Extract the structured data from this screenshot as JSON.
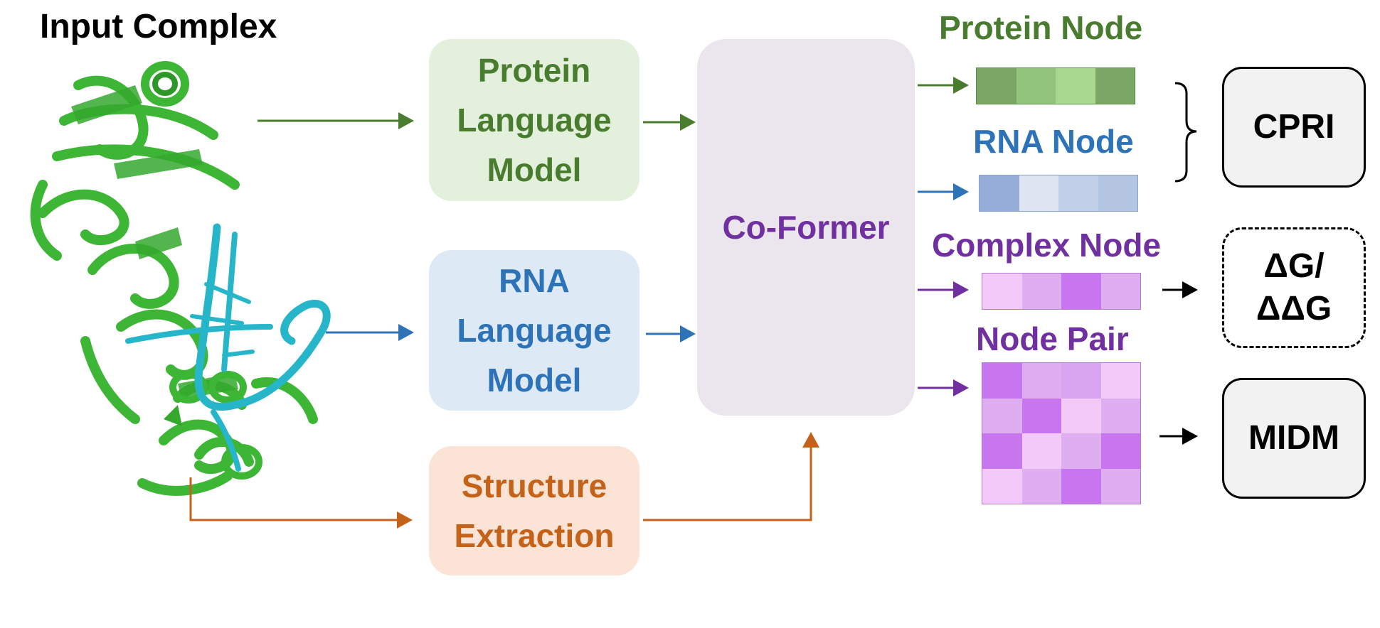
{
  "title": "Input Complex",
  "boxes": {
    "protein_lm": "Protein\nLanguage\nModel",
    "rna_lm": "RNA\nLanguage\nModel",
    "structure": "Structure\nExtraction",
    "coformer": "Co-Former"
  },
  "nodes": {
    "protein": "Protein Node",
    "rna": "RNA Node",
    "complex": "Complex Node",
    "pair": "Node Pair"
  },
  "outputs": {
    "cpri": "CPRI",
    "dg": "ΔG/\nΔΔG",
    "midm": "MIDM"
  },
  "icons": {
    "frozen": "snowflake-icon",
    "trainable": "fire-icon"
  },
  "colors": {
    "protein": "#4a7c2f",
    "rna": "#2e73b8",
    "structure": "#c5621a",
    "complex": "#7030a0",
    "protein_node_cells": [
      "#7aa766",
      "#93c47d",
      "#a9d98e",
      "#7aa766"
    ],
    "rna_node_cells": [
      "#95add6",
      "#dfe6f3",
      "#c2cfe8",
      "#b5c6e3"
    ],
    "complex_node_cells": [
      "#f2c9f7",
      "#deaef0",
      "#c875f0",
      "#deaef0"
    ],
    "pair_cells": [
      "#c875f0",
      "#deaef0",
      "#d9a5f0",
      "#f2c9f7",
      "#deaef0",
      "#c875f0",
      "#f2c9f7",
      "#deaef0",
      "#c875f0",
      "#f2c9f7",
      "#deaef0",
      "#c875f0",
      "#f2c9f7",
      "#deaef0",
      "#c875f0",
      "#deaef0"
    ]
  }
}
